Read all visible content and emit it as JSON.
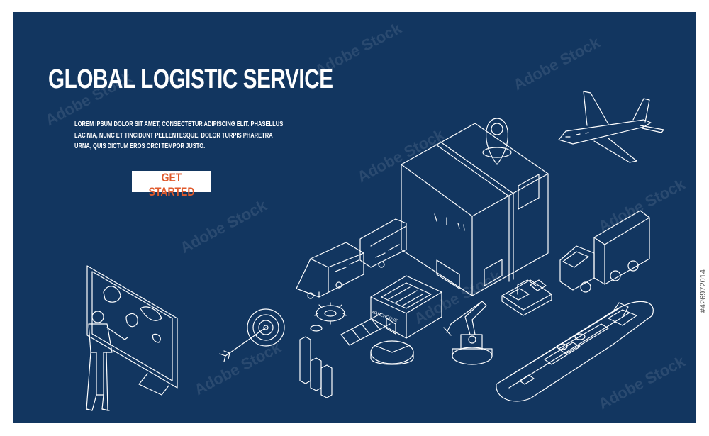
{
  "hero": {
    "title": "GLOBAL LOGISTIC SERVICE",
    "description": "LOREM IPSUM DOLOR SIT AMET, CONSECTETUR ADIPISCING ELIT. PHASELLUS LACINIA, NUNC ET TINCIDUNT PELLENTESQUE, DOLOR TURPIS PHARETRA URNA, QUIS DICTUM EROS ORCI TEMPOR JUSTO.",
    "cta_label": "GET STARTED"
  },
  "illustration": {
    "warehouse_label": "WAREHOUSE",
    "icons": [
      "businessman-icon",
      "monitor-world-map-icon",
      "target-icon",
      "gear-icon",
      "bar-chart-icon",
      "pie-chart-icon",
      "robot-arm-icon",
      "warehouse-icon",
      "pallet-icon",
      "train-icon",
      "parcel-box-icon",
      "location-pin-icon",
      "airplane-icon",
      "truck-icon",
      "cargo-ship-icon"
    ]
  },
  "watermark": {
    "text": "Adobe Stock",
    "id": "#426972014"
  },
  "colors": {
    "background": "#123660",
    "line_art": "#ffffff",
    "accent": "#e05a2c"
  }
}
